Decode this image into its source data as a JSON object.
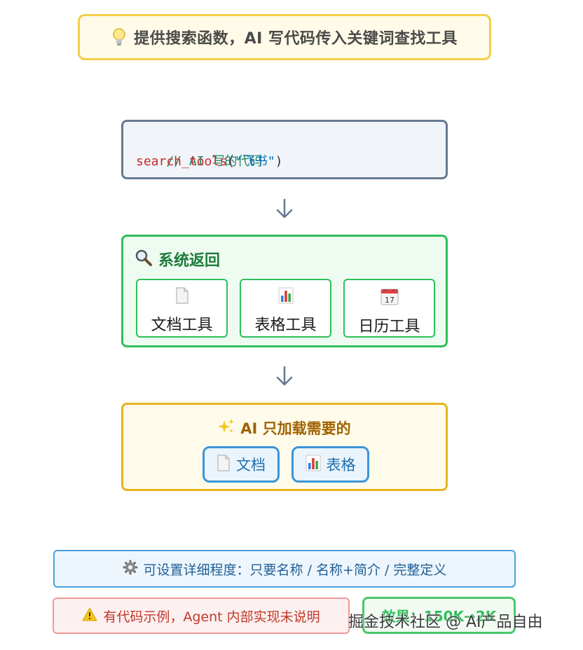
{
  "title": {
    "icon": "lightbulb-icon",
    "text": "提供搜索函数，AI 写代码传入关键词查找工具"
  },
  "code": {
    "comment": "// AI 写的代码",
    "function": "search_tools",
    "open_paren": "(",
    "argument": "\"飞书\"",
    "close_paren": ")"
  },
  "system_return": {
    "icon": "magnifier-icon",
    "title": "系统返回",
    "tools": [
      {
        "icon": "document-icon",
        "label": "文档工具"
      },
      {
        "icon": "bar-chart-icon",
        "label": "表格工具"
      },
      {
        "icon": "calendar-icon",
        "label": "日历工具",
        "calendar_day": "17"
      }
    ]
  },
  "ai_load": {
    "icon": "sparkles-icon",
    "title": "AI 只加载需要的",
    "items": [
      {
        "icon": "document-icon",
        "label": "文档"
      },
      {
        "icon": "bar-chart-icon",
        "label": "表格"
      }
    ]
  },
  "detail": {
    "icon": "gear-icon",
    "text": "可设置详细程度：只要名称 / 名称+简介 / 完整定义"
  },
  "warning": {
    "icon": "warning-icon",
    "text": "有代码示例，Agent 内部实现未说明"
  },
  "effect": {
    "text": "效果：150K→2K"
  },
  "watermark": "掘金技术社区 @ AI产品自由",
  "colors": {
    "title_border": "#f2cf4a",
    "code_border": "#667892",
    "system_border": "#2fbf5a",
    "ai_border": "#e6b41e",
    "pill_border": "#3b95d8",
    "detail_border": "#4aa0dd",
    "warning_border": "#ef9a9a",
    "effect_border": "#49c86a"
  }
}
